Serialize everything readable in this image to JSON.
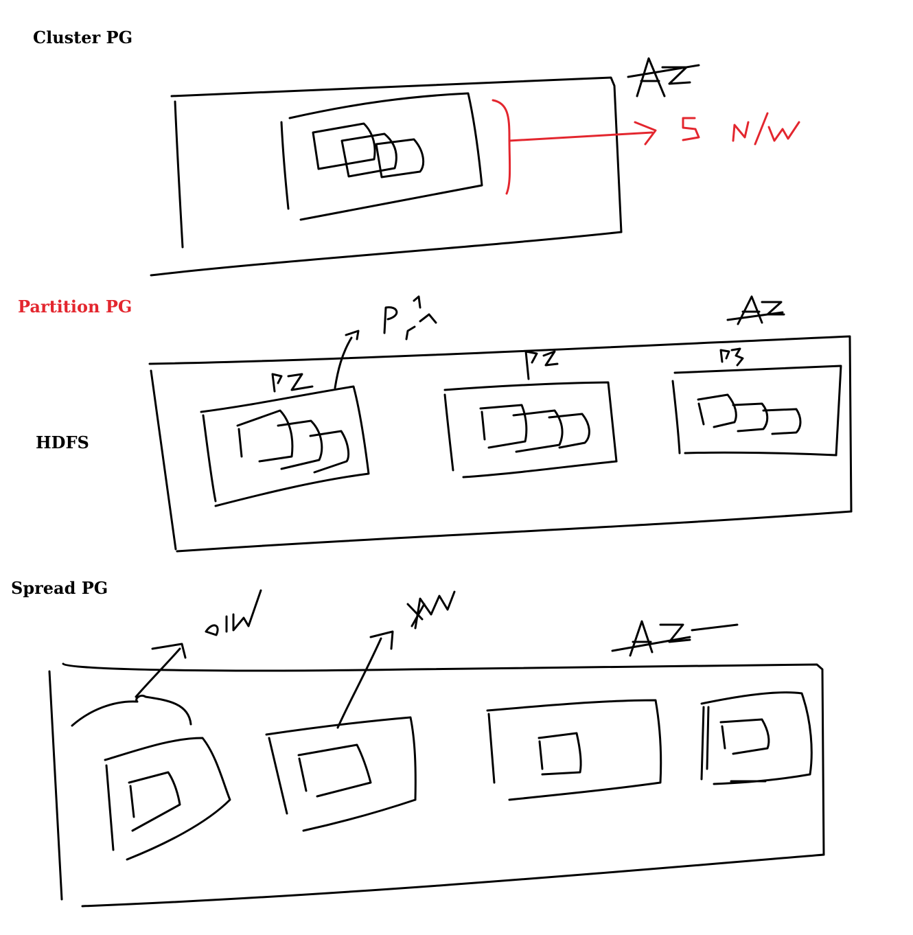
{
  "labels": {
    "cluster": "Cluster PG",
    "partition": "Partition PG",
    "hdfs": "HDFS",
    "spread": "Spread PG"
  },
  "colors": {
    "text": "#000000",
    "highlight": "#e3262e",
    "ink": "#000000"
  }
}
